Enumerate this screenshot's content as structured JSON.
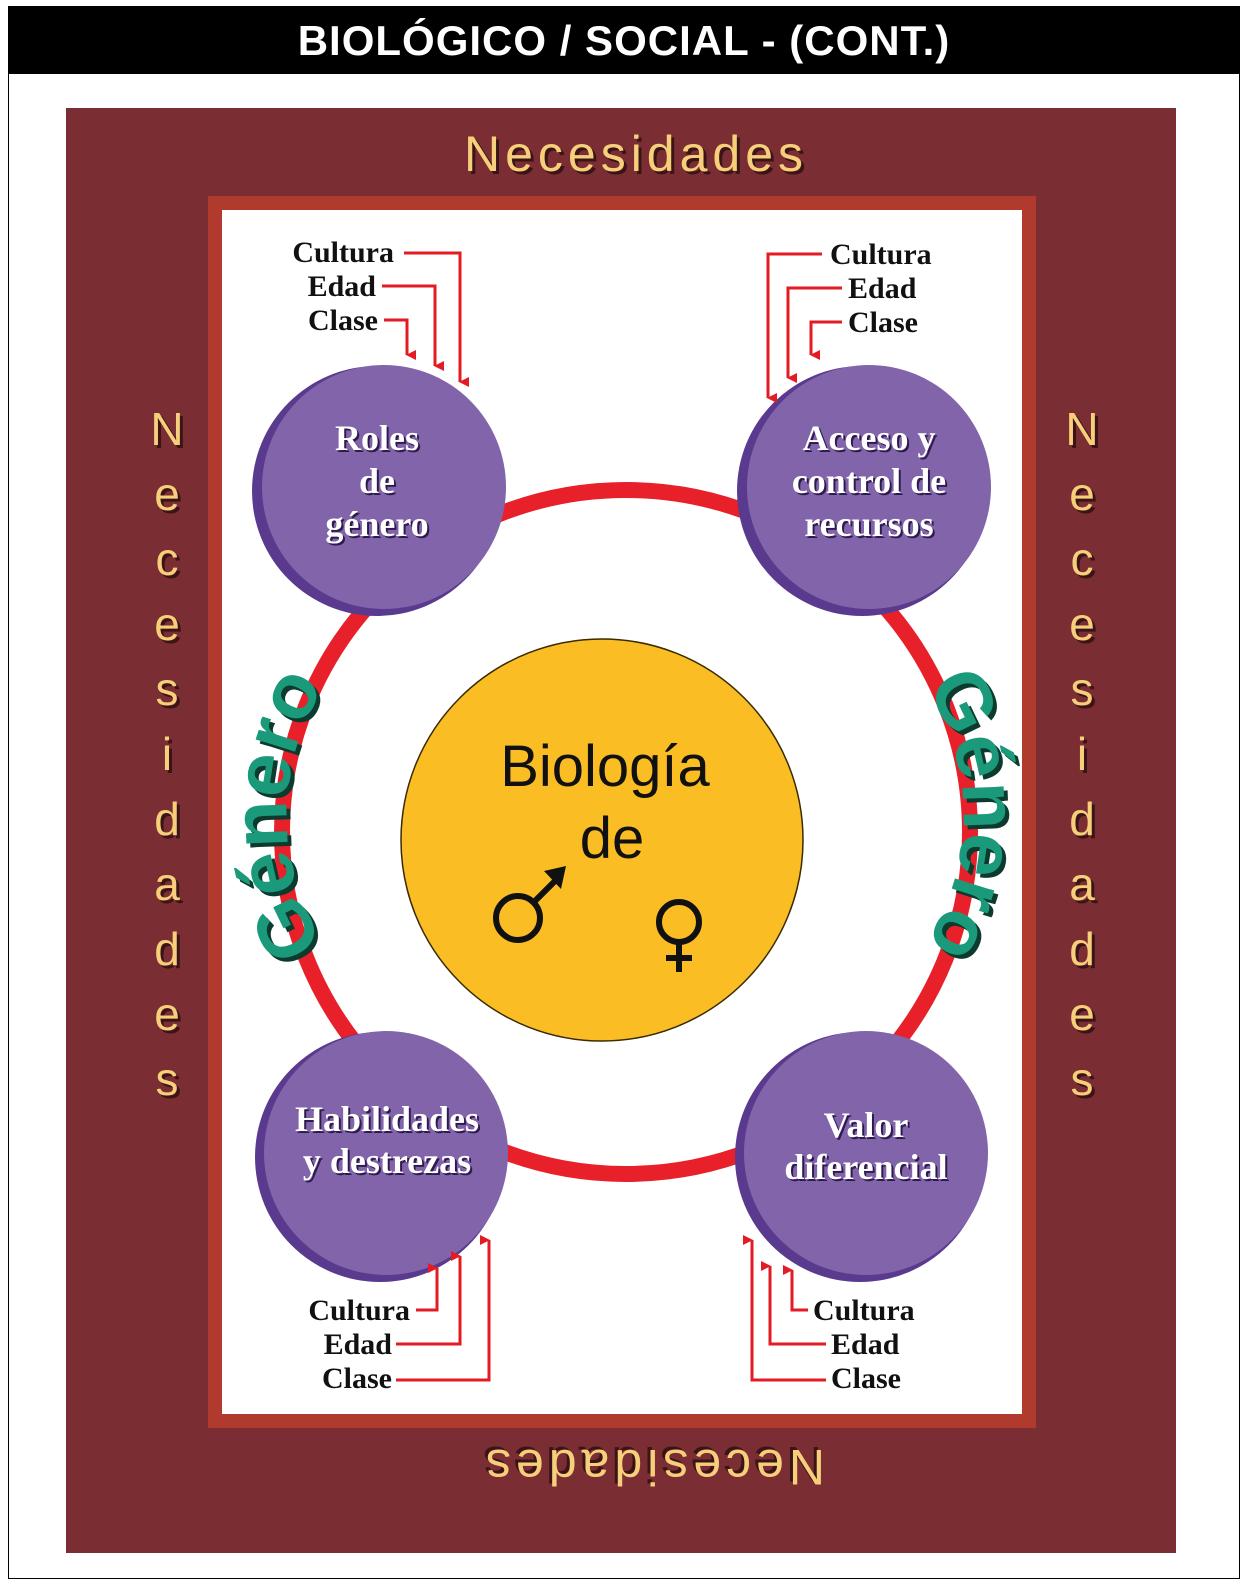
{
  "header": {
    "title": "BIOLÓGICO / SOCIAL - (CONT.)"
  },
  "border_label": "Necesidades",
  "vertical_letters": [
    "N",
    "e",
    "c",
    "e",
    "s",
    "i",
    "d",
    "a",
    "d",
    "e",
    "s"
  ],
  "center": {
    "line1": "Biología",
    "line2": "de",
    "male_symbol": "♂",
    "female_symbol": "♀"
  },
  "ring_label": "Género",
  "nodes": {
    "roles": [
      "Roles",
      "de",
      "género"
    ],
    "acceso": [
      "Acceso y",
      "control de",
      "recursos"
    ],
    "habilidades": [
      "Habilidades",
      "y destrezas"
    ],
    "valor": [
      "Valor",
      "diferencial"
    ]
  },
  "factors": [
    "Cultura",
    "Edad",
    "Clase"
  ],
  "colors": {
    "outer": "#7a2e33",
    "inner_border": "#b03a2e",
    "label_text": "#f7cf7a",
    "circle": "#8264aa",
    "circle_shadow": "#5a3a8e",
    "ring": "#e8202a",
    "center": "#fbbd24",
    "genero": "#1a9a7a",
    "arrow": "#e31b23"
  }
}
